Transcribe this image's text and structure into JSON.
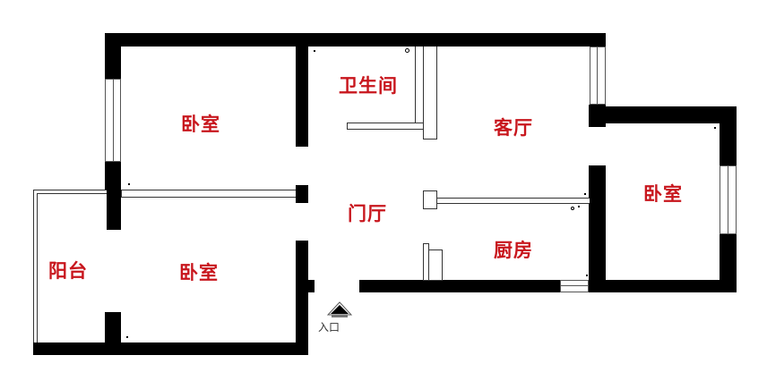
{
  "rooms": {
    "bedroom_upper": "卧室",
    "bathroom": "卫生间",
    "living_room": "客厅",
    "foyer": "门厅",
    "bedroom_right": "卧室",
    "kitchen": "厨房",
    "balcony": "阳台",
    "bedroom_lower": "卧室"
  },
  "entrance": {
    "label": "入口",
    "icon": "arrow-up-icon"
  },
  "colors": {
    "label": "#c8161d",
    "wall": "#000000"
  }
}
